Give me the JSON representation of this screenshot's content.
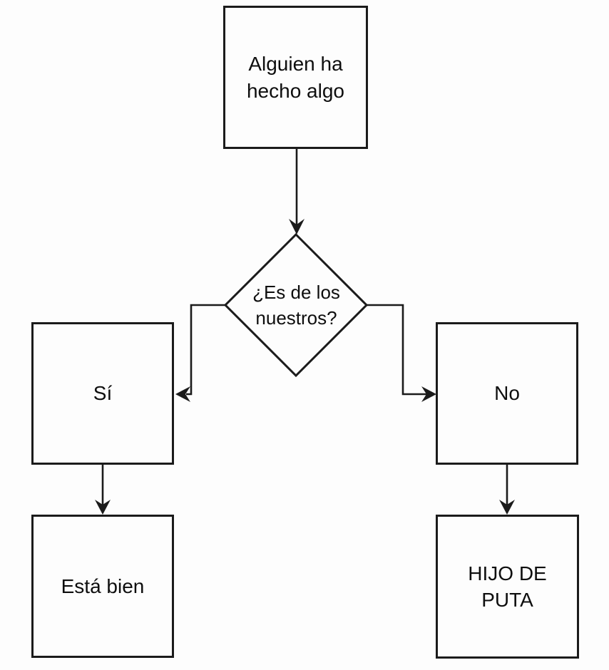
{
  "diagram": {
    "type": "flowchart",
    "colors": {
      "background": "#fdfdfd",
      "node_fill": "#fdfdfd",
      "stroke": "#1b1b1b",
      "text": "#0e0e0e"
    },
    "nodes": {
      "start": {
        "id": "start",
        "shape": "rectangle",
        "label": "Alguien ha hecho algo"
      },
      "decision": {
        "id": "decision",
        "shape": "diamond",
        "label": "¿Es de los nuestros?"
      },
      "yes": {
        "id": "yes",
        "shape": "rectangle",
        "label": "Sí"
      },
      "no": {
        "id": "no",
        "shape": "rectangle",
        "label": "No"
      },
      "yes_result": {
        "id": "yes-result",
        "shape": "rectangle",
        "label": "Está bien"
      },
      "no_result": {
        "id": "no-result",
        "shape": "rectangle",
        "label": "HIJO DE PUTA"
      }
    },
    "edges": [
      {
        "from": "start",
        "to": "decision",
        "label": ""
      },
      {
        "from": "decision",
        "to": "yes",
        "label": ""
      },
      {
        "from": "decision",
        "to": "no",
        "label": ""
      },
      {
        "from": "yes",
        "to": "yes_result",
        "label": ""
      },
      {
        "from": "no",
        "to": "no_result",
        "label": ""
      }
    ]
  }
}
